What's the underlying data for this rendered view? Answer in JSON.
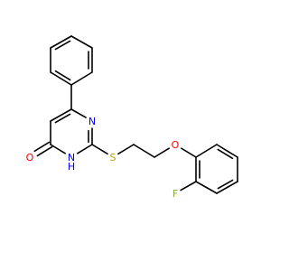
{
  "colors": {
    "background": "#ffffff",
    "bond": "#000000",
    "N": "#0000ff",
    "O": "#ff0000",
    "S": "#b8a000",
    "F": "#7fb03f"
  },
  "atoms": {
    "n1": {
      "symbol": "N",
      "label": "N"
    },
    "n3": {
      "symbol": "N",
      "label": "H"
    },
    "o4": {
      "symbol": "O",
      "label": "O"
    },
    "s": {
      "symbol": "S",
      "label": "S"
    },
    "o_ether": {
      "symbol": "O",
      "label": "O"
    },
    "f": {
      "symbol": "F",
      "label": "F"
    }
  },
  "bonds": [
    {
      "a": "c1",
      "b": "c2",
      "order": 2
    },
    {
      "a": "c2",
      "b": "c3",
      "order": 1
    },
    {
      "a": "c3",
      "b": "c4",
      "order": 2
    },
    {
      "a": "c4",
      "b": "c5",
      "order": 1
    },
    {
      "a": "c5",
      "b": "c6",
      "order": 2
    },
    {
      "a": "c6",
      "b": "c1",
      "order": 1
    },
    {
      "a": "c4",
      "b": "c7",
      "order": 1
    },
    {
      "a": "c7",
      "b": "c8",
      "order": 2
    },
    {
      "a": "c8",
      "b": "c9",
      "order": 1
    },
    {
      "a": "c9",
      "b": "n3",
      "order": 1
    },
    {
      "a": "n3",
      "b": "c10",
      "order": 1
    },
    {
      "a": "c10",
      "b": "n1",
      "order": 2
    },
    {
      "a": "n1",
      "b": "c7",
      "order": 1
    },
    {
      "a": "c9",
      "b": "o4",
      "order": 2
    },
    {
      "a": "c10",
      "b": "s",
      "order": 1
    },
    {
      "a": "s",
      "b": "c11",
      "order": 1
    },
    {
      "a": "c11",
      "b": "c12",
      "order": 1
    },
    {
      "a": "c12",
      "b": "o_ether",
      "order": 1
    },
    {
      "a": "o_ether",
      "b": "c13",
      "order": 1
    },
    {
      "a": "c13",
      "b": "c14",
      "order": 2
    },
    {
      "a": "c14",
      "b": "c15",
      "order": 1
    },
    {
      "a": "c15",
      "b": "c16",
      "order": 2
    },
    {
      "a": "c16",
      "b": "c17",
      "order": 1
    },
    {
      "a": "c17",
      "b": "c18",
      "order": 2
    },
    {
      "a": "c18",
      "b": "c13",
      "order": 1
    },
    {
      "a": "c14",
      "b": "f",
      "order": 1
    }
  ]
}
